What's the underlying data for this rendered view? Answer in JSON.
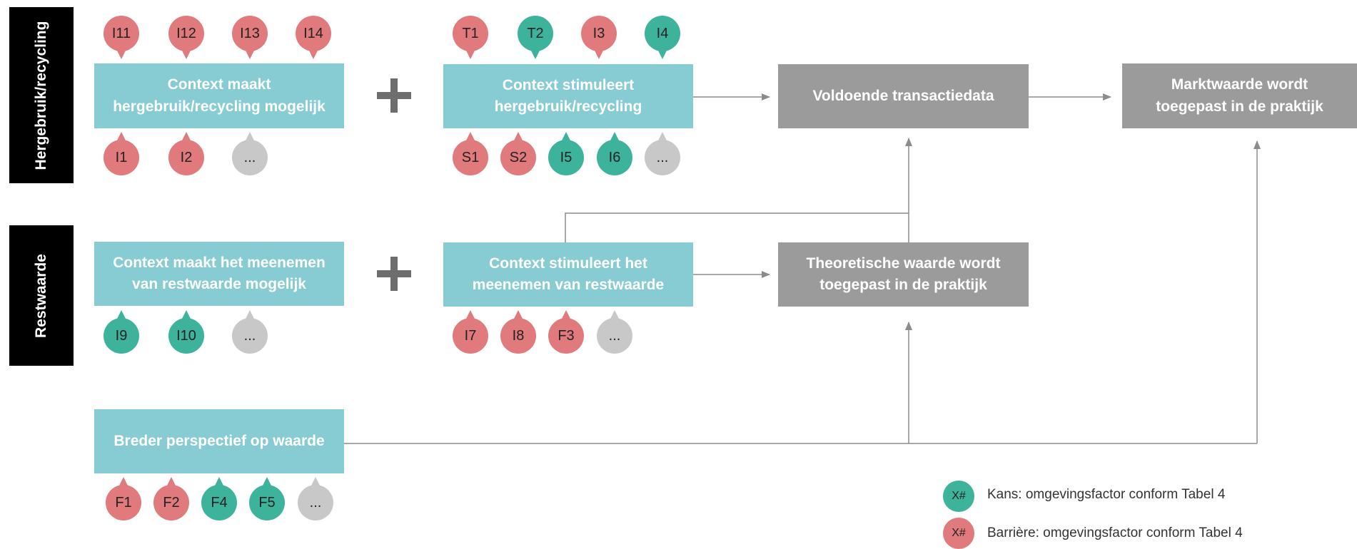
{
  "colors": {
    "teal_box": "#87ccd3",
    "grey_box": "#9b9b9b",
    "kans": "#3db39c",
    "barriere": "#e17a7d",
    "neutral": "#c8c8c8",
    "side_label_bg": "#000000"
  },
  "side_labels": {
    "hergebruik": "Hergebruik/recycling",
    "restwaarde": "Restwaarde"
  },
  "boxes": {
    "ctx_maakt_hergebruik": "Context maakt\nhergebruik/recycling mogelijk",
    "ctx_stimuleert_hergebruik": "Context stimuleert\nhergebruik/recycling",
    "voldoende_transactiedata": "Voldoende transactiedata",
    "marktwaarde": "Marktwaarde wordt\ntoegepast in de praktijk",
    "ctx_maakt_restwaarde": "Context maakt het meenemen\nvan restwaarde mogelijk",
    "ctx_stimuleert_restwaarde": "Context stimuleert het\nmeenemen van restwaarde",
    "theoretische_waarde": "Theoretische waarde wordt\ntoegepast in de praktijk",
    "breder_perspectief": "Breder perspectief op waarde"
  },
  "pins": {
    "hergebruik_top_left": [
      {
        "label": "I11",
        "type": "barriere"
      },
      {
        "label": "I12",
        "type": "barriere"
      },
      {
        "label": "I13",
        "type": "barriere"
      },
      {
        "label": "I14",
        "type": "barriere"
      }
    ],
    "hergebruik_bottom_left": [
      {
        "label": "I1",
        "type": "barriere"
      },
      {
        "label": "I2",
        "type": "barriere"
      },
      {
        "label": "...",
        "type": "neutral"
      }
    ],
    "hergebruik_top_right": [
      {
        "label": "T1",
        "type": "barriere"
      },
      {
        "label": "T2",
        "type": "kans"
      },
      {
        "label": "I3",
        "type": "barriere"
      },
      {
        "label": "I4",
        "type": "kans"
      }
    ],
    "hergebruik_bottom_right": [
      {
        "label": "S1",
        "type": "barriere"
      },
      {
        "label": "S2",
        "type": "barriere"
      },
      {
        "label": "I5",
        "type": "kans"
      },
      {
        "label": "I6",
        "type": "kans"
      },
      {
        "label": "...",
        "type": "neutral"
      }
    ],
    "restwaarde_bottom_left": [
      {
        "label": "I9",
        "type": "kans"
      },
      {
        "label": "I10",
        "type": "kans"
      },
      {
        "label": "...",
        "type": "neutral"
      }
    ],
    "restwaarde_bottom_right": [
      {
        "label": "I7",
        "type": "barriere"
      },
      {
        "label": "I8",
        "type": "barriere"
      },
      {
        "label": "F3",
        "type": "barriere"
      },
      {
        "label": "...",
        "type": "neutral"
      }
    ],
    "breder_bottom": [
      {
        "label": "F1",
        "type": "barriere"
      },
      {
        "label": "F2",
        "type": "barriere"
      },
      {
        "label": "F4",
        "type": "kans"
      },
      {
        "label": "F5",
        "type": "kans"
      },
      {
        "label": "...",
        "type": "neutral"
      }
    ]
  },
  "legend": {
    "kans_symbol": "X#",
    "kans_text": "Kans: omgevingsfactor conform Tabel 4",
    "barriere_symbol": "X#",
    "barriere_text": "Barrière: omgevingsfactor conform Tabel 4"
  }
}
